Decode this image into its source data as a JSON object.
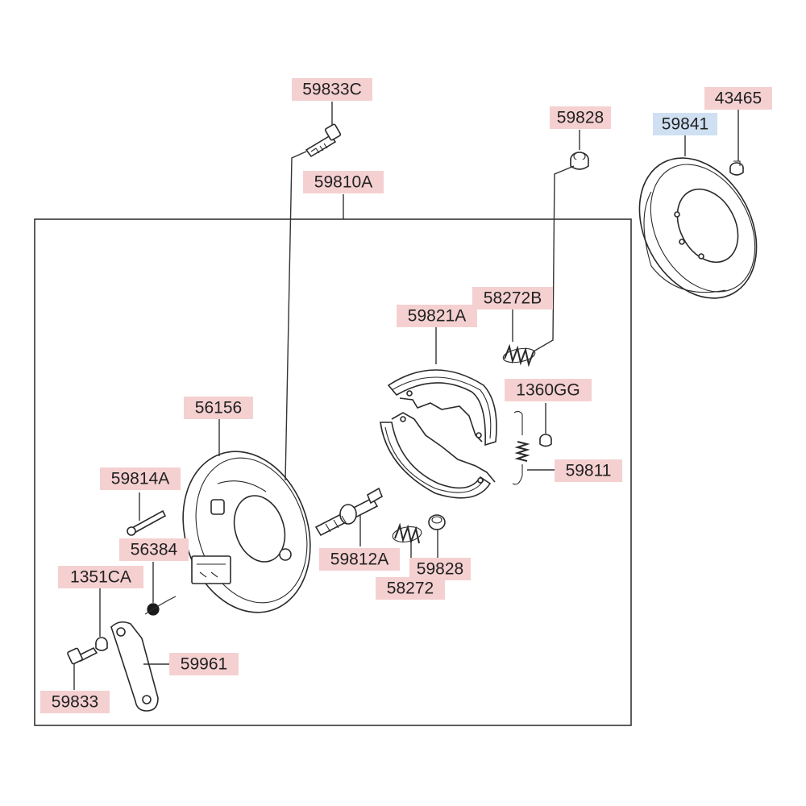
{
  "palette": {
    "label_default": "#f5d0d0",
    "label_highlight": "#cfe0f3",
    "line": "#333333"
  },
  "labels": [
    {
      "id": "59833C",
      "text": "59833C",
      "highlight": false
    },
    {
      "id": "59810A",
      "text": "59810A",
      "highlight": false
    },
    {
      "id": "59828_top",
      "text": "59828",
      "highlight": false
    },
    {
      "id": "59841",
      "text": "59841",
      "highlight": true
    },
    {
      "id": "43465",
      "text": "43465",
      "highlight": false
    },
    {
      "id": "58272B",
      "text": "58272B",
      "highlight": false
    },
    {
      "id": "59821A",
      "text": "59821A",
      "highlight": false
    },
    {
      "id": "1360GG",
      "text": "1360GG",
      "highlight": false
    },
    {
      "id": "56156",
      "text": "56156",
      "highlight": false
    },
    {
      "id": "59811",
      "text": "59811",
      "highlight": false
    },
    {
      "id": "59814A",
      "text": "59814A",
      "highlight": false
    },
    {
      "id": "56384",
      "text": "56384",
      "highlight": false
    },
    {
      "id": "59812A",
      "text": "59812A",
      "highlight": false
    },
    {
      "id": "59828_bottom",
      "text": "59828",
      "highlight": false
    },
    {
      "id": "1351CA",
      "text": "1351CA",
      "highlight": false
    },
    {
      "id": "58272",
      "text": "58272",
      "highlight": false
    },
    {
      "id": "59961",
      "text": "59961",
      "highlight": false
    },
    {
      "id": "59833",
      "text": "59833",
      "highlight": false
    }
  ]
}
